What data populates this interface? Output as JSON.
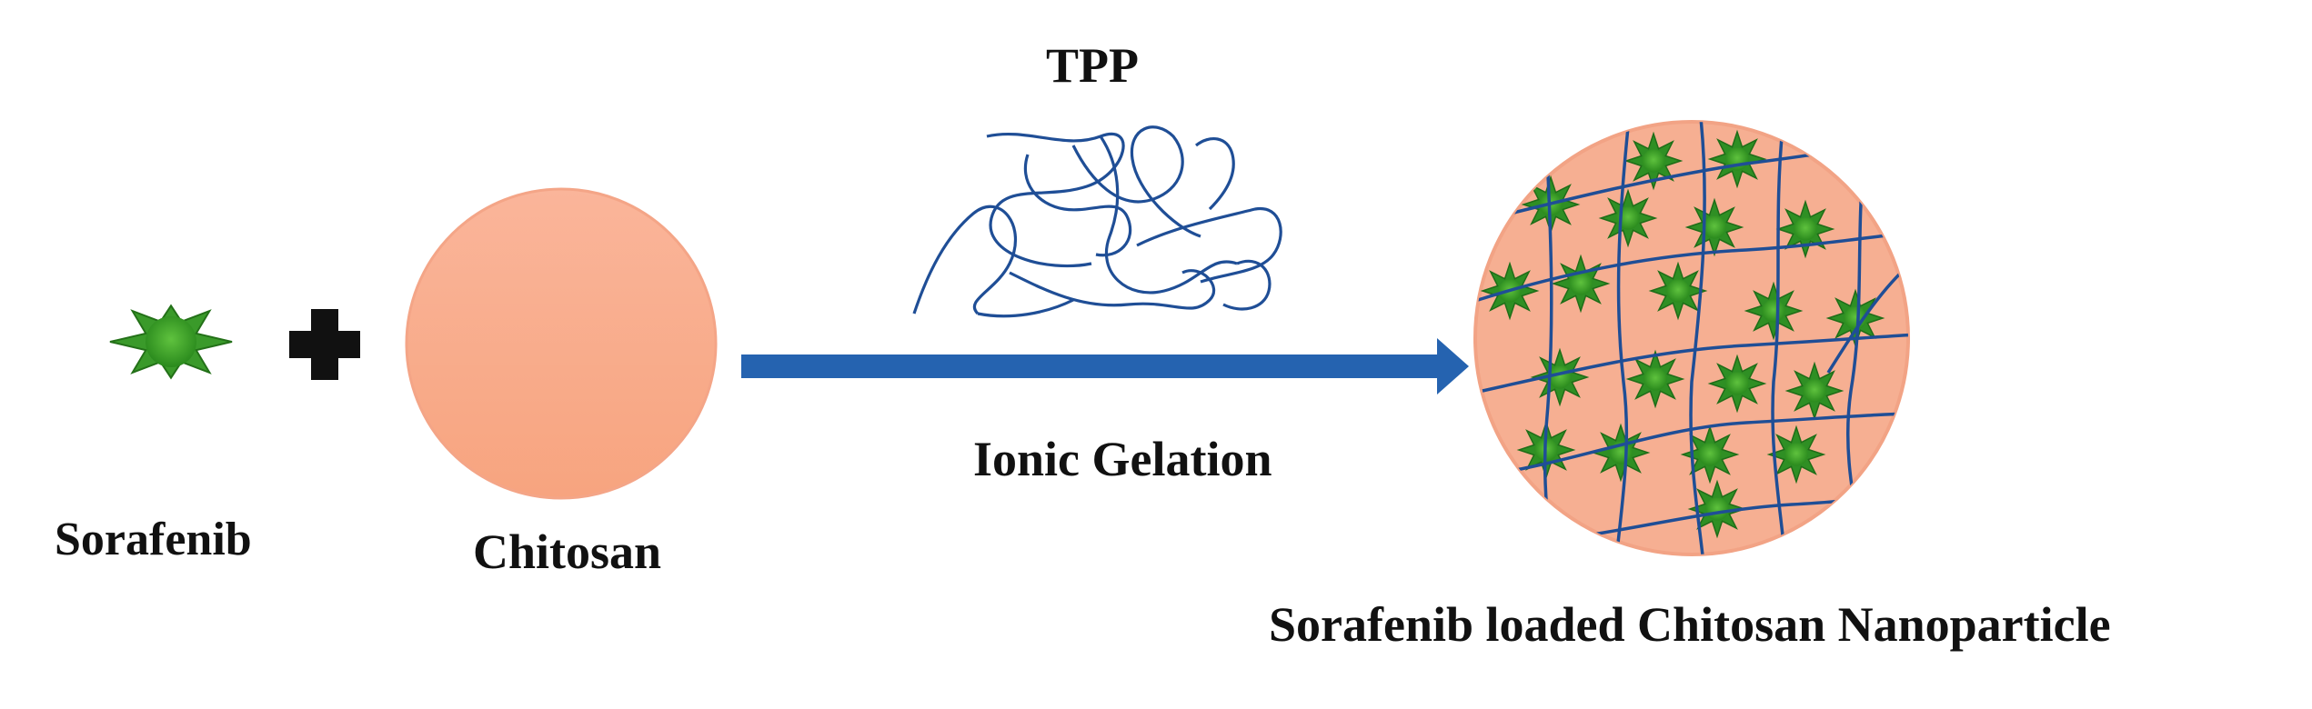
{
  "reactant_drug": {
    "label": "Sorafenib",
    "icon": "green-star-molecule-icon",
    "color": "#3a9a2a"
  },
  "plus_sign": {
    "symbol": "plus-icon",
    "color": "#111111"
  },
  "reactant_polymer": {
    "label": "Chitosan",
    "color": "#f9b08f"
  },
  "crosslinker": {
    "label": "TPP",
    "icon": "tangled-polymer-chains-icon",
    "color": "#1f4e96"
  },
  "process": {
    "label": "Ionic Gelation",
    "arrow_color": "#2563b0"
  },
  "product": {
    "label": "Sorafenib loaded Chitosan Nanoparticle",
    "fill": "#f7b294",
    "mesh_color": "#1f4e96",
    "drug_color": "#2f8f24"
  }
}
